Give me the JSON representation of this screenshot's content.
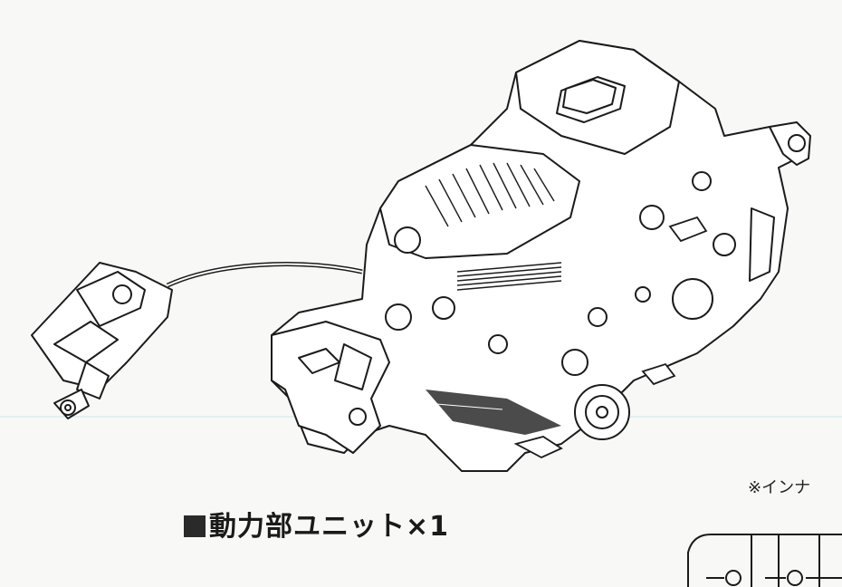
{
  "caption": {
    "text": "動力部ユニット×1"
  },
  "note": {
    "text": "※インナ"
  },
  "icons": [
    "motor-unit-illustration",
    "runner-parts-illustration",
    "black-square-bullet-icon"
  ]
}
